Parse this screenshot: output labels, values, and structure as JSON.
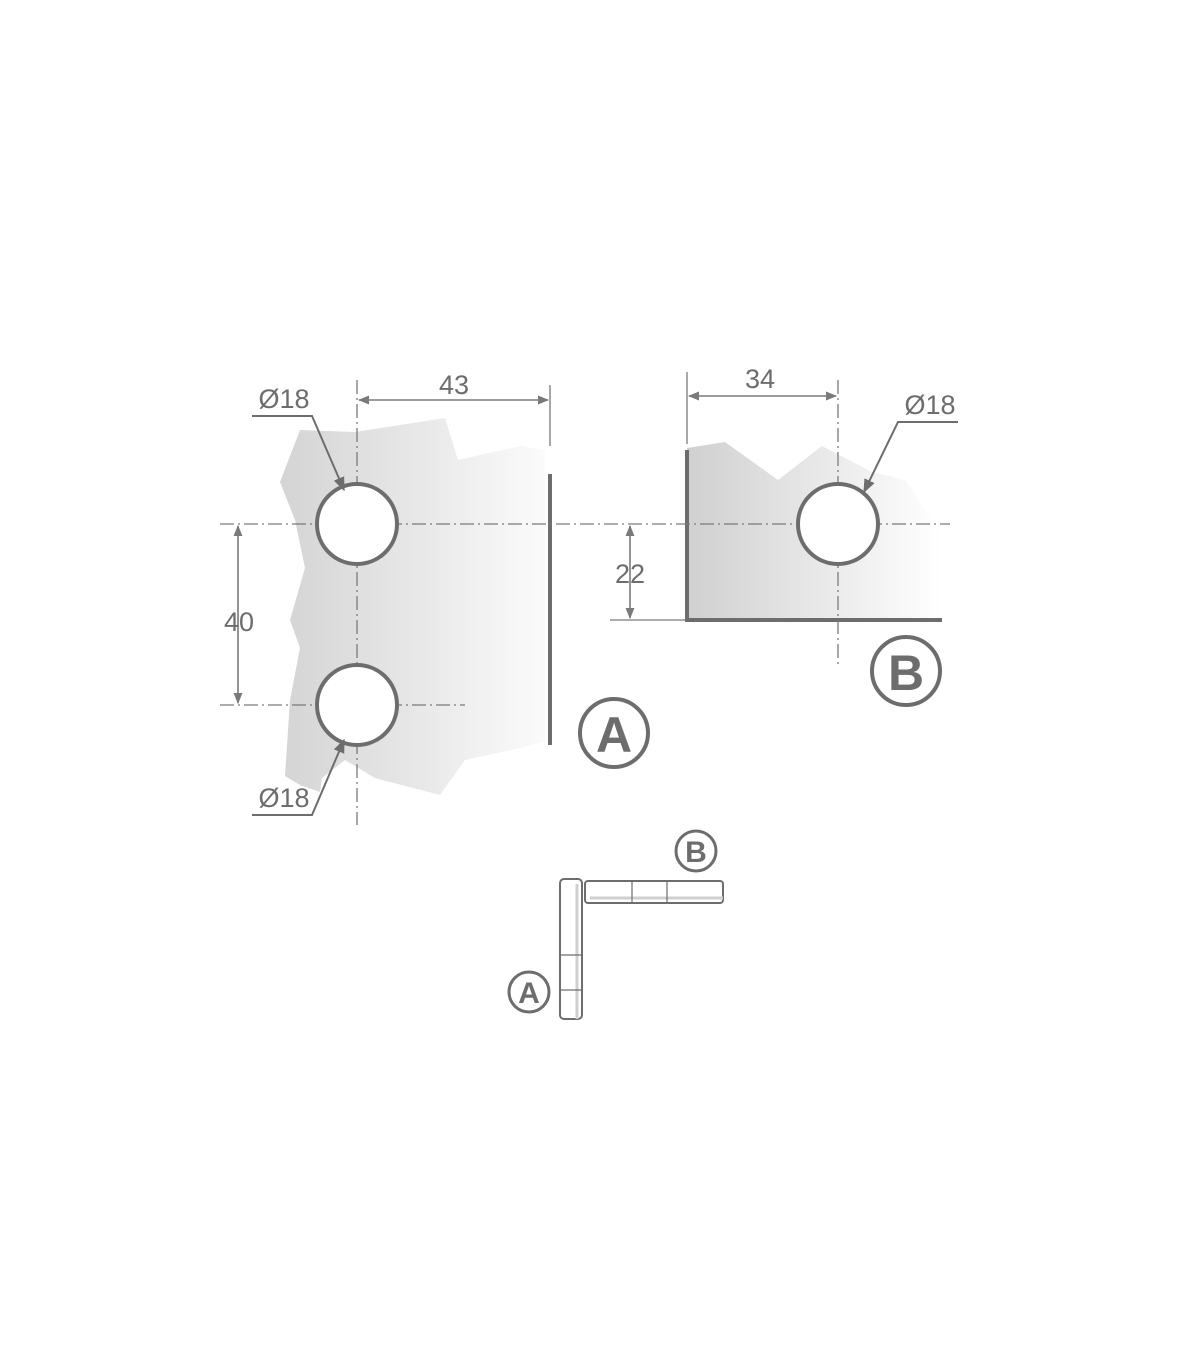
{
  "dimensions": {
    "hole_dia_top_left": "Ø18",
    "hole_dia_bottom_left": "Ø18",
    "hole_dia_right": "Ø18",
    "dist_a": "43",
    "dist_b": "34",
    "spacing_vertical": "40",
    "offset_vertical": "22"
  },
  "labels": {
    "part_a": "A",
    "part_b": "B",
    "assembly_a": "A",
    "assembly_b": "B"
  },
  "colors": {
    "line": "#6d6d6d",
    "glass_light": "#f6f6f6",
    "glass_dark": "#d6d6d6"
  }
}
